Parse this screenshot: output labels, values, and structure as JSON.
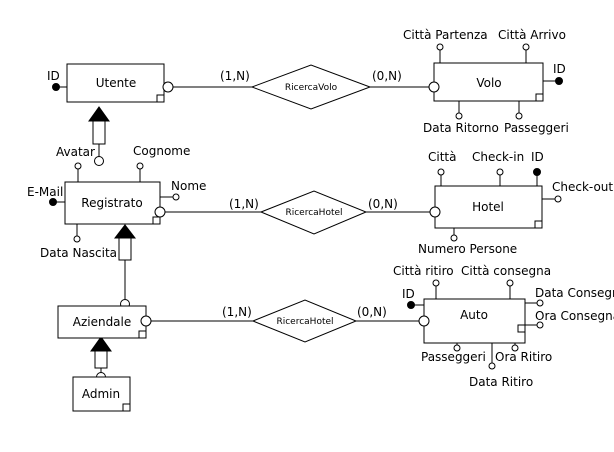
{
  "entities": {
    "utente": "Utente",
    "registrato": "Registrato",
    "aziendale": "Aziendale",
    "admin": "Admin",
    "volo": "Volo",
    "hotel": "Hotel",
    "auto": "Auto"
  },
  "relationships": {
    "ricerca_volo": "RicercaVolo",
    "ricerca_hotel_1": "RicercaHotel",
    "ricerca_hotel_2": "RicercaHotel"
  },
  "cardinalities": {
    "utente_volo_left": "(1,N)",
    "utente_volo_right": "(0,N)",
    "registrato_hotel_left": "(1,N)",
    "registrato_hotel_right": "(0,N)",
    "aziendale_auto_left": "(1,N)",
    "aziendale_auto_right": "(0,N)"
  },
  "attributes": {
    "utente": {
      "id": "ID"
    },
    "registrato": {
      "avatar": "Avatar",
      "cognome": "Cognome",
      "nome": "Nome",
      "email": "E-Mail",
      "data_nascita": "Data Nascita"
    },
    "volo": {
      "citta_partenza": "Città Partenza",
      "citta_arrivo": "Città Arrivo",
      "id": "ID",
      "data_ritorno": "Data Ritorno",
      "passeggeri": "Passeggeri"
    },
    "hotel": {
      "citta": "Città",
      "check_in": "Check-in",
      "id": "ID",
      "check_out": "Check-out",
      "numero_persone": "Numero Persone"
    },
    "auto": {
      "citta_ritiro": "Città ritiro",
      "citta_consegna": "Città consegna",
      "id": "ID",
      "data_consegna": "Data Consegna",
      "ora_consegna": "Ora Consegna",
      "passeggeri": "Passeggeri",
      "ora_ritiro": "Ora Ritiro",
      "data_ritiro": "Data Ritiro"
    }
  }
}
